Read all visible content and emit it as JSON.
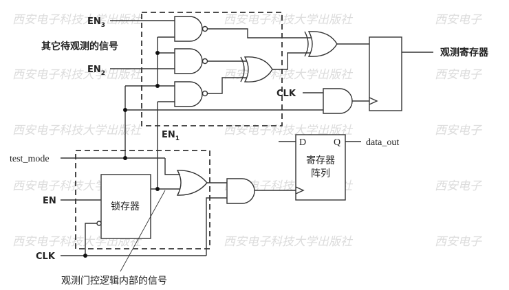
{
  "diagram": {
    "watermark": "西安电子科技大学出版社",
    "watermark_short": "西安电子",
    "inputs": {
      "en3": "EN",
      "en3_sub": "3",
      "en2": "EN",
      "en2_sub": "2",
      "en1": "EN",
      "en1_sub": "1",
      "test_mode": "test_mode",
      "en": "EN",
      "clk_bottom": "CLK",
      "clk_top": "CLK"
    },
    "labels": {
      "other_signals": "其它待观测的信号",
      "observe_register": "观测寄存器",
      "latch": "锁存器",
      "register_array_line1": "寄存器",
      "register_array_line2": "阵列",
      "d_pin": "D",
      "q_pin": "Q",
      "data_out": "data_out",
      "internal_signal_note": "观测门控逻辑内部的信号"
    }
  }
}
